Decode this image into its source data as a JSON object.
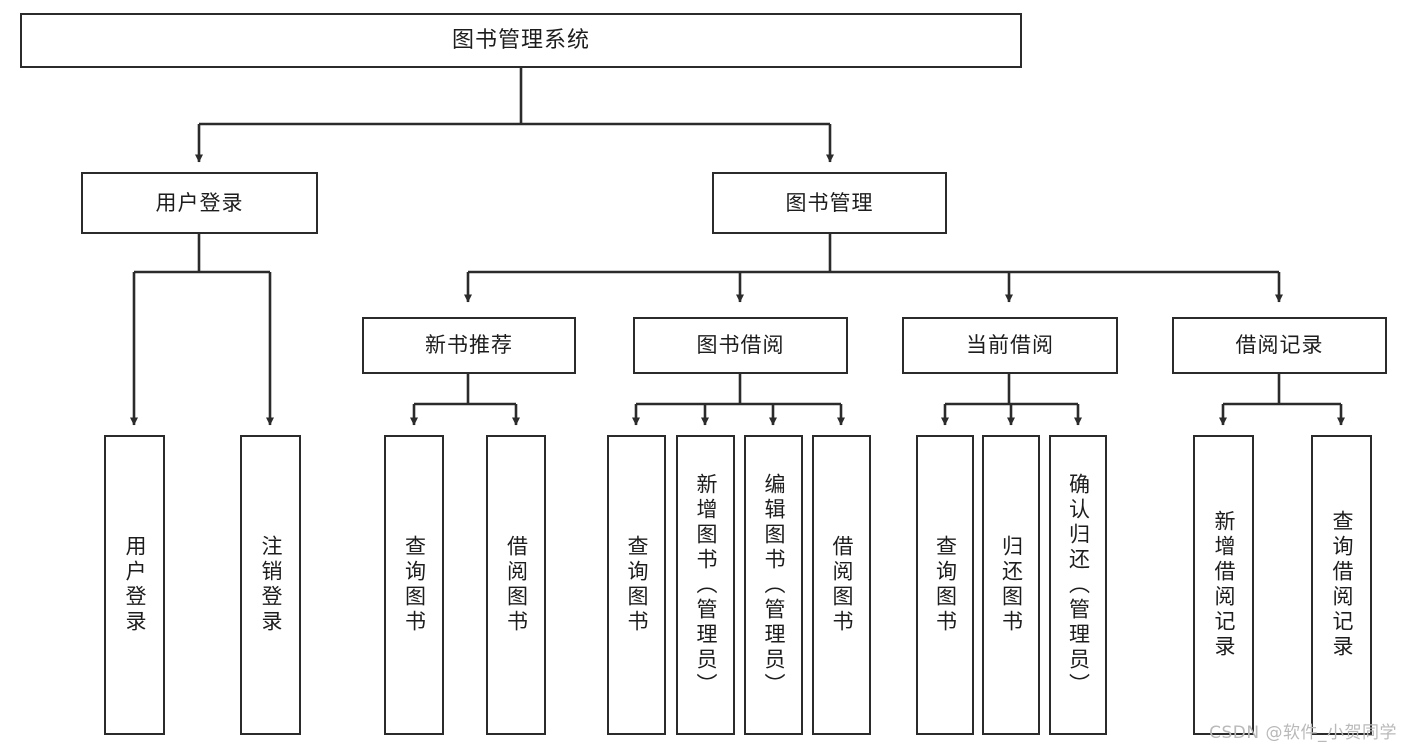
{
  "diagram": {
    "title": "图书管理系统",
    "watermark": "CSDN @软件_小贺同学",
    "colors": {
      "box_border": "#2b2b2b",
      "edge": "#2b2b2b",
      "background": "#ffffff",
      "text": "#1d1d1d",
      "watermark": "#b9b9b9"
    },
    "nodes": {
      "root": {
        "label": "图书管理系统"
      },
      "level1": [
        {
          "id": "user-login",
          "label": "用户登录"
        },
        {
          "id": "book-manage",
          "label": "图书管理"
        }
      ],
      "level2": [
        {
          "id": "new-book-recommend",
          "label": "新书推荐"
        },
        {
          "id": "book-borrow",
          "label": "图书借阅"
        },
        {
          "id": "current-borrow",
          "label": "当前借阅"
        },
        {
          "id": "borrow-record",
          "label": "借阅记录"
        }
      ],
      "leaves": {
        "user_login": [
          {
            "id": "leaf-user-login",
            "label": "用户登录"
          },
          {
            "id": "leaf-logout-login",
            "label": "注销登录"
          }
        ],
        "new_book_recommend": [
          {
            "id": "leaf-query-book-1",
            "label": "查询图书"
          },
          {
            "id": "leaf-borrow-book-1",
            "label": "借阅图书"
          }
        ],
        "book_borrow": [
          {
            "id": "leaf-query-book-2",
            "label": "查询图书"
          },
          {
            "id": "leaf-add-book",
            "label": "新增图书（管理员）"
          },
          {
            "id": "leaf-edit-book",
            "label": "编辑图书（管理员）"
          },
          {
            "id": "leaf-borrow-book-2",
            "label": "借阅图书"
          }
        ],
        "current_borrow": [
          {
            "id": "leaf-query-book-3",
            "label": "查询图书"
          },
          {
            "id": "leaf-return-book",
            "label": "归还图书"
          },
          {
            "id": "leaf-confirm-return",
            "label": "确认归还（管理员）"
          }
        ],
        "borrow_record": [
          {
            "id": "leaf-add-record",
            "label": "新增借阅记录"
          },
          {
            "id": "leaf-query-record",
            "label": "查询借阅记录"
          }
        ]
      }
    }
  }
}
